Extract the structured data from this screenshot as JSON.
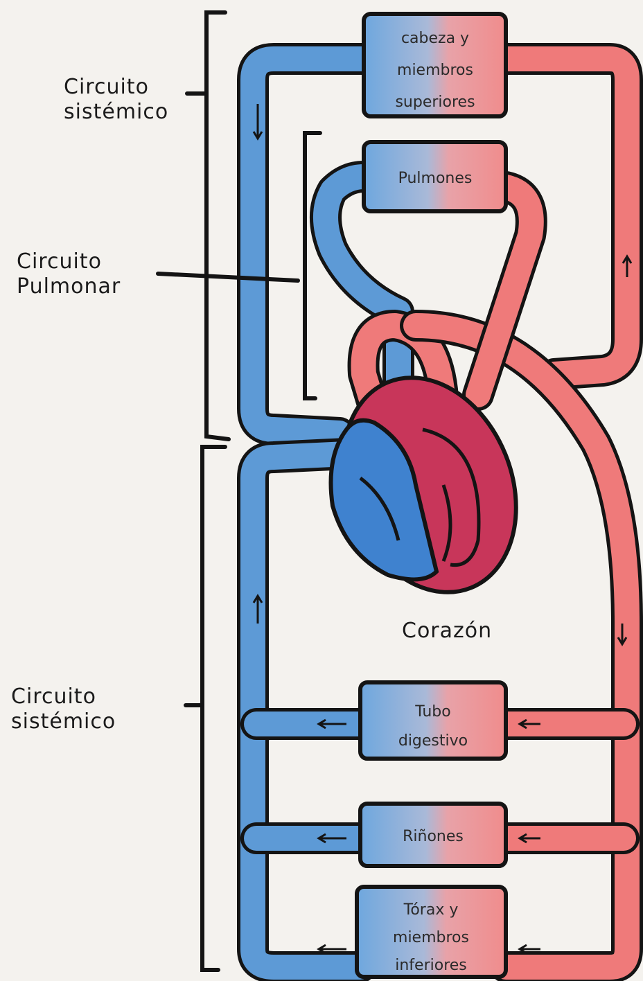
{
  "labels": {
    "systemic_top": [
      "Circuito",
      "sistémico"
    ],
    "pulmonary": [
      "Circuito",
      "Pulmonar"
    ],
    "systemic_bottom": [
      "Circuito",
      "sistémico"
    ],
    "heart": "Corazón"
  },
  "organs": {
    "head": [
      "cabeza y",
      "miembros",
      "superiores"
    ],
    "lungs": [
      "Pulmones"
    ],
    "digestive": [
      "Tubo",
      "digestivo"
    ],
    "kidneys": [
      "Riñones"
    ],
    "trunk": [
      "Tórax y",
      "miembros",
      "inferiores"
    ]
  },
  "colors": {
    "oxygenated": "#ef7a7a",
    "deoxygenated": "#5d9ad6",
    "heart_right": "#3f82cf",
    "heart_left": "#c8365a",
    "outline": "#141414"
  }
}
